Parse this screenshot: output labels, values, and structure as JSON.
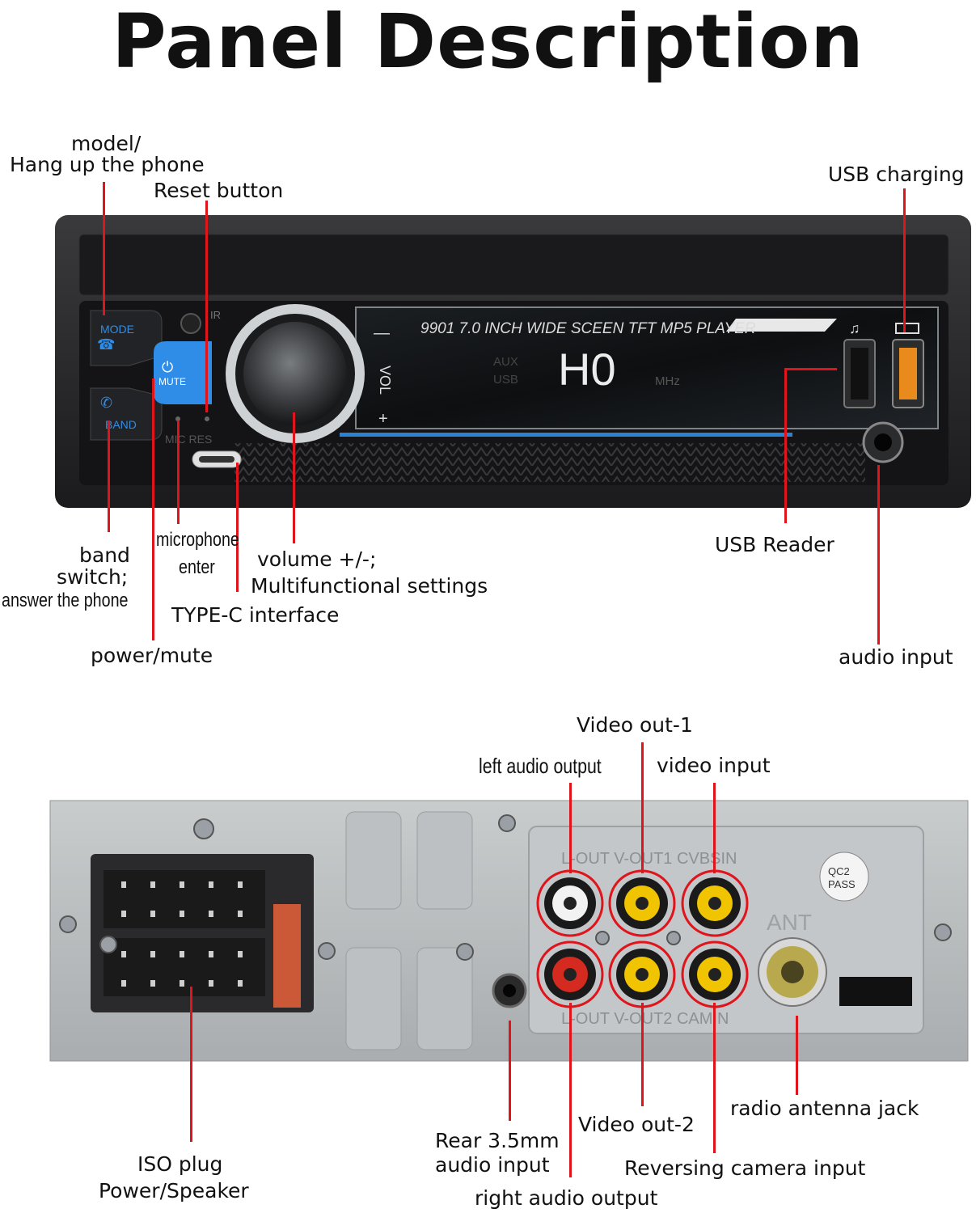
{
  "title": "Panel Description",
  "front_panel": {
    "lcd_caption": "9901 7.0 INCH WIDE SCEEN TFT MP5 PLAYER",
    "lcd_digits": "H0",
    "lcd_faded_left_top": "AUX",
    "lcd_faded_left_bottom": "USB",
    "lcd_faded_right": "MHz",
    "mode_label": "MODE",
    "band_label": "BAND",
    "mute_label": "MUTE",
    "vol_label": "VOL",
    "vol_minus": "—",
    "vol_plus": "+",
    "ir_label": "IR",
    "mic_res_label": "MIC RES"
  },
  "rear_panel": {
    "rca_top_labels": "L-OUT  V-OUT1  CVBSIN",
    "rca_bottom_labels": "L-OUT  V-OUT2  CAMIN",
    "ant_label": "ANT",
    "qc_badge_line1": "QC2",
    "qc_badge_line2": "PASS"
  },
  "callouts": {
    "model_line1": "model/",
    "model_line2": "Hang up the phone",
    "reset": "Reset button",
    "usb_charging": "USB charging",
    "band_line1": "band",
    "band_line2": "switch;",
    "band_line3": "answer the phone",
    "microphone": "microphone",
    "enter": "enter",
    "volume_line1": "volume +/-;",
    "volume_line2": "Multifunctional settings",
    "typec": "TYPE-C interface",
    "power": "power/mute",
    "usb_reader": "USB Reader",
    "audio_input": "audio input",
    "video_out1": "Video out-1",
    "left_audio": "left audio output",
    "video_input": "video input",
    "radio_antenna": "radio antenna jack",
    "video_out2": "Video out-2",
    "rear35_line1": "Rear 3.5mm",
    "rear35_line2": "audio input",
    "reversing": "Reversing camera input",
    "right_audio": "right audio output",
    "iso_line1": "ISO plug",
    "iso_line2": "Power/Speaker"
  },
  "colors": {
    "leader": "#e0141b",
    "accent_blue": "#2f8de8",
    "usb_charge_orange": "#e98a1c",
    "rca_white": "#f2f2f2",
    "rca_red": "#d52a1f",
    "rca_yellow": "#f0c400"
  }
}
